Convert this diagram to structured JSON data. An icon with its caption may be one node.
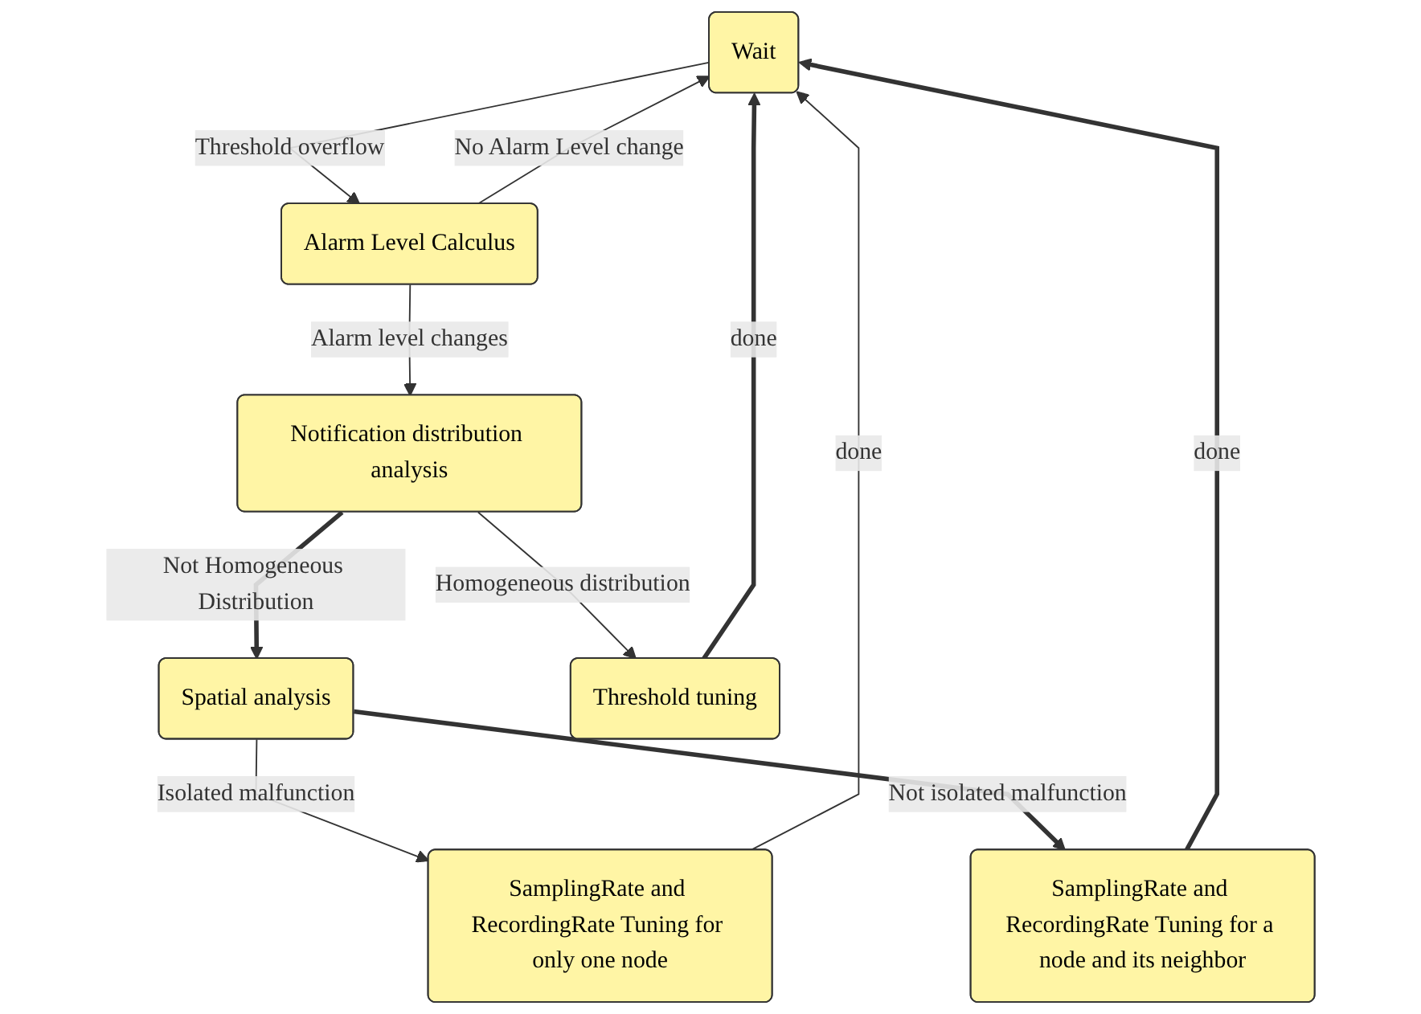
{
  "diagram": {
    "nodes": [
      {
        "text": [
          "Wait"
        ]
      },
      {
        "text": [
          "Alarm Level Calculus"
        ]
      },
      {
        "text": [
          "Notification distribution analysis"
        ]
      },
      {
        "text": [
          "Spatial analysis"
        ]
      },
      {
        "text": [
          "SamplingRate and RecordingRate Tuning for only one node"
        ]
      },
      {
        "text": [
          "Threshold tuning"
        ]
      },
      {
        "text": [
          "SamplingRate and RecordingRate Tuning for a node and its neighbor"
        ]
      }
    ],
    "edges": [
      {
        "from": 0,
        "to": 1,
        "arrow": "to",
        "label": "Threshold overflow"
      },
      {
        "from": 1,
        "to": 0,
        "arrow": "to",
        "label": "No Alarm Level change"
      },
      {
        "from": 1,
        "to": 2,
        "arrow": "to",
        "label": "Alarm level changes"
      },
      {
        "from": 2,
        "to": 3,
        "arrow": "to",
        "label": "Not Homogeneous Distribution",
        "style": "thick"
      },
      {
        "from": 2,
        "to": 5,
        "arrow": "to",
        "label": "Homogeneous distribution"
      },
      {
        "from": 3,
        "to": 4,
        "arrow": "to",
        "label": "Isolated malfunction"
      },
      {
        "from": 3,
        "to": 6,
        "arrow": "to",
        "label": "Not isolated malfunction",
        "style": "thick"
      },
      {
        "from": 4,
        "to": 0,
        "arrow": "to",
        "label": "done"
      },
      {
        "from": 6,
        "to": 0,
        "arrow": "to",
        "label": "done",
        "style": "thick"
      },
      {
        "from": 5,
        "to": 0,
        "arrow": "to",
        "label": "done",
        "style": "thick"
      }
    ]
  }
}
